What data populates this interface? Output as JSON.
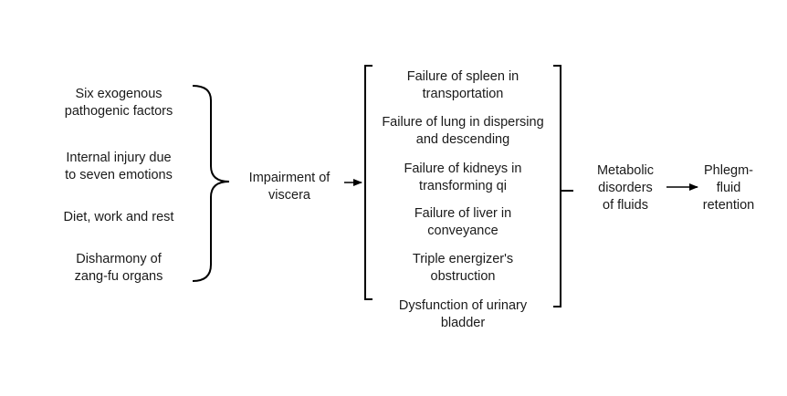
{
  "causes": [
    "Six exogenous\npathogenic factors",
    "Internal injury due\nto seven emotions",
    "Diet, work and rest",
    "Disharmony of\nzang-fu organs"
  ],
  "mechanism": "Impairment of\nviscera",
  "failures": [
    "Failure of spleen in\ntransportation",
    "Failure of lung in dispersing\nand descending",
    "Failure of kidneys in\ntransforming qi",
    "Failure of liver in\nconveyance",
    "Triple energizer's\nobstruction",
    "Dysfunction of urinary\nbladder"
  ],
  "disorder": "Metabolic\ndisorders\nof fluids",
  "result": "Phlegm-\nfluid\nretention",
  "colors": {
    "text": "#1a1a1a",
    "line": "#000000",
    "background": "#ffffff"
  }
}
